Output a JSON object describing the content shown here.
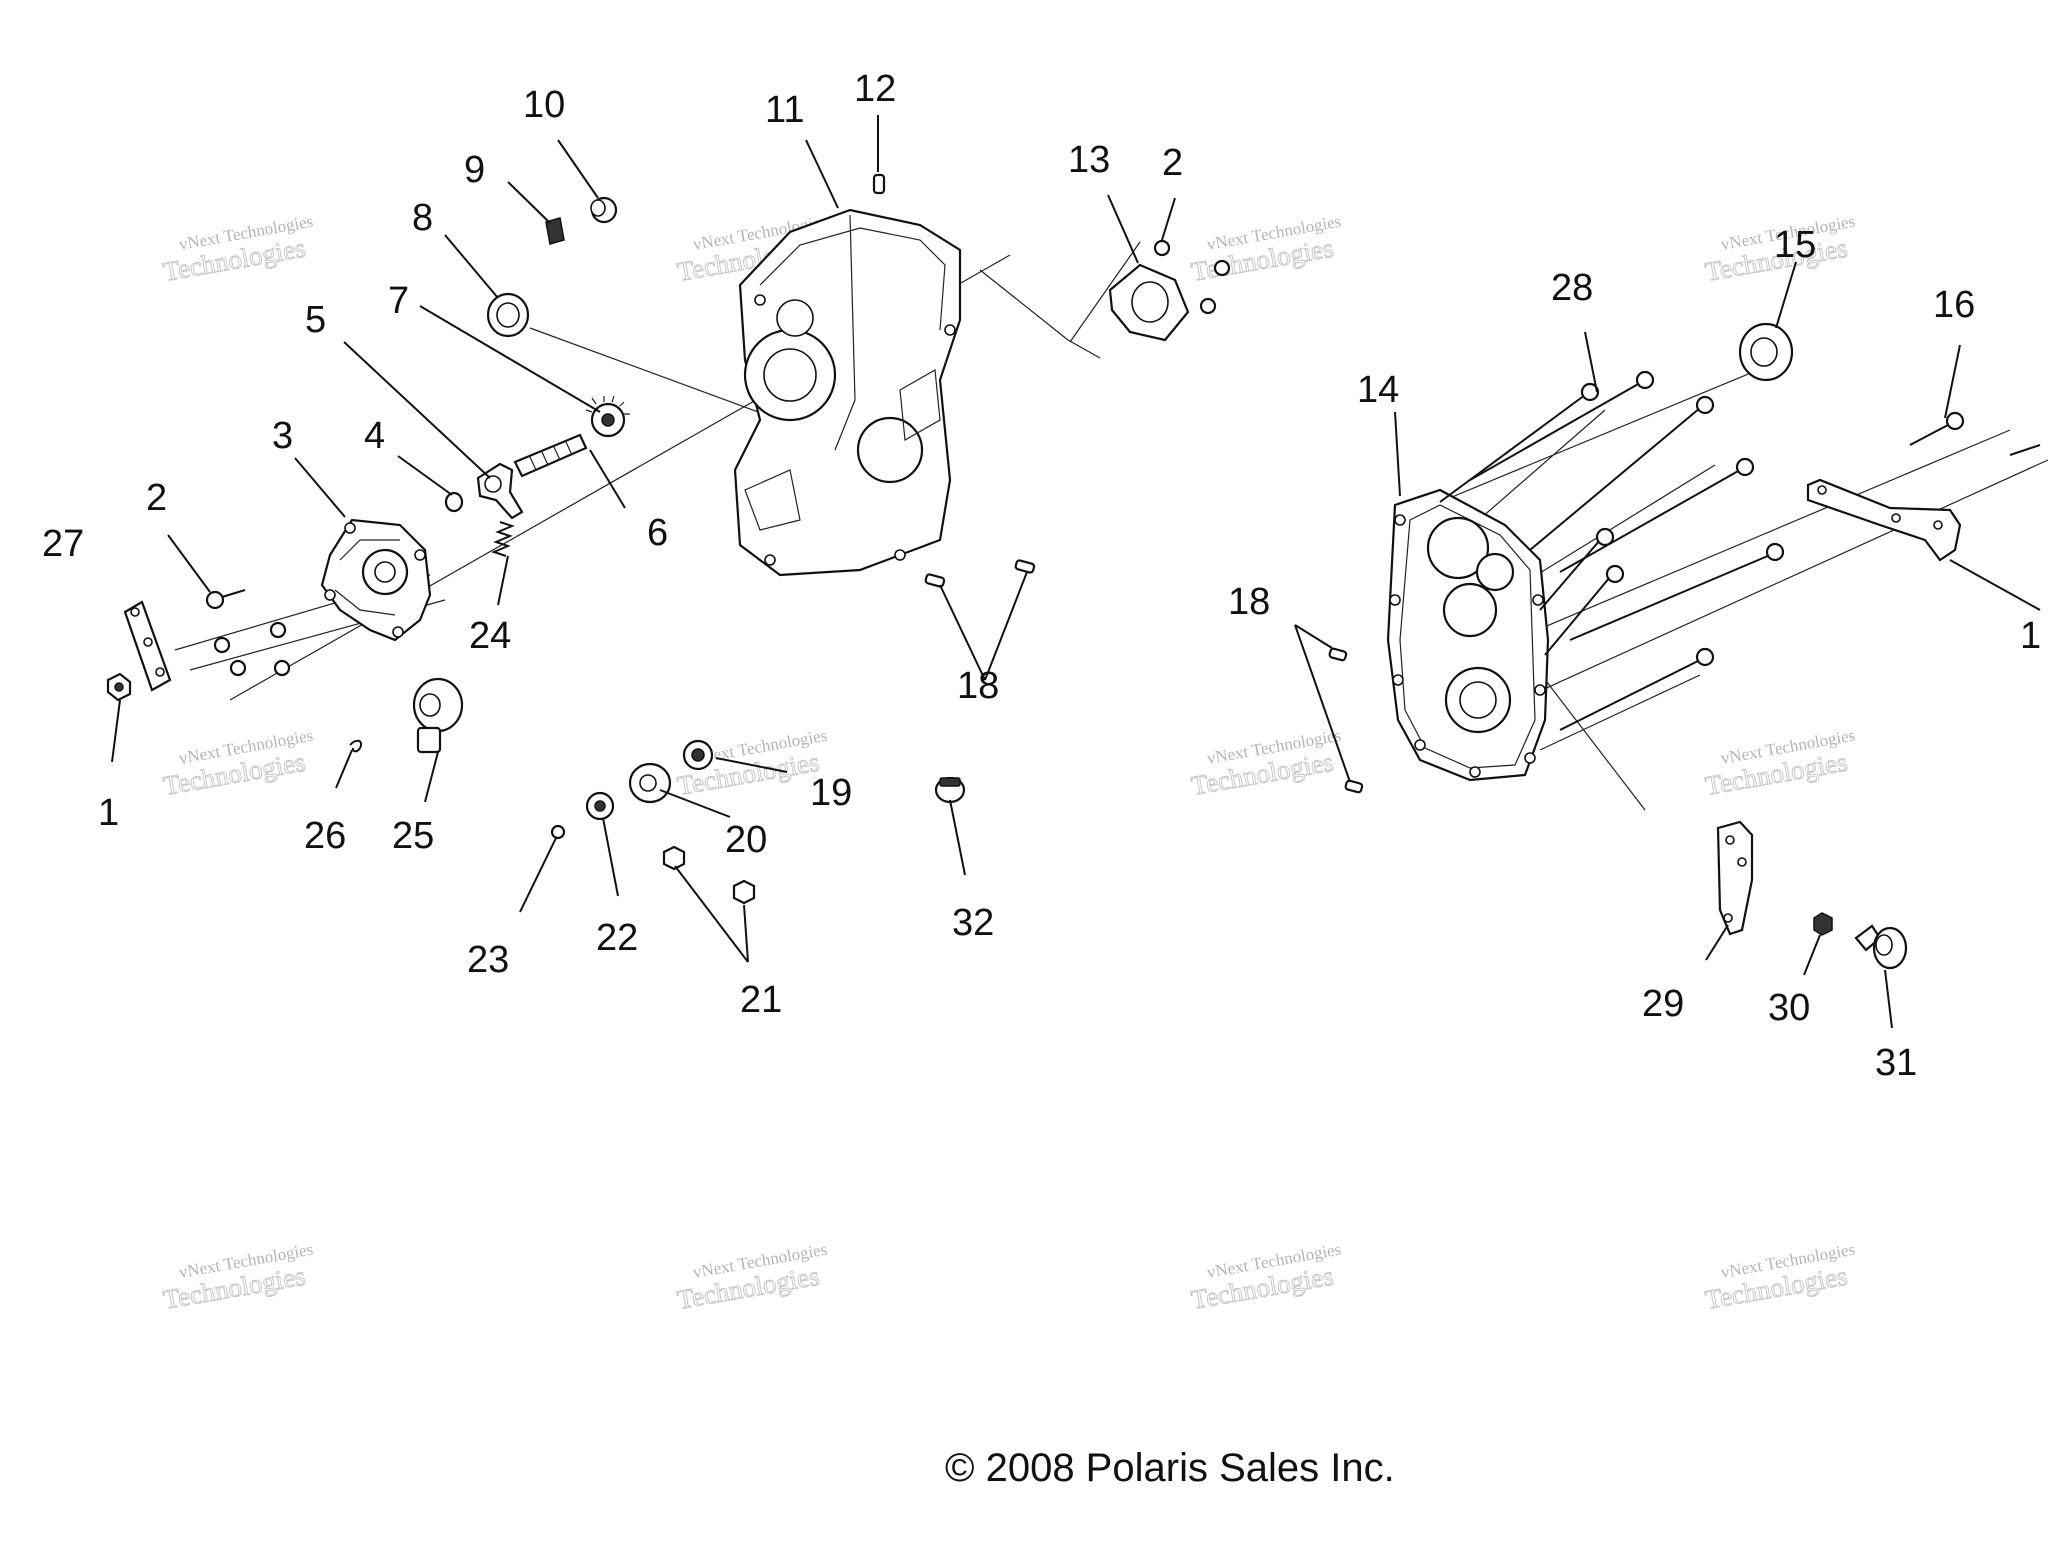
{
  "copyright": "© 2008 Polaris Sales Inc.",
  "watermark": {
    "line1": "vNext Technologies",
    "line2": "Technologies"
  },
  "callouts": {
    "c1a": "1",
    "c1b": "1",
    "c2a": "2",
    "c2b": "2",
    "c3": "3",
    "c4": "4",
    "c5": "5",
    "c6": "6",
    "c7": "7",
    "c8": "8",
    "c9": "9",
    "c10": "10",
    "c11": "11",
    "c12": "12",
    "c13": "13",
    "c14": "14",
    "c15": "15",
    "c16": "16",
    "c18a": "18",
    "c18b": "18",
    "c19": "19",
    "c20": "20",
    "c21": "21",
    "c22": "22",
    "c23": "23",
    "c24": "24",
    "c25": "25",
    "c26": "26",
    "c27": "27",
    "c28": "28",
    "c29": "29",
    "c30": "30",
    "c31": "31",
    "c32": "32"
  },
  "colors": {
    "line": "#111111",
    "watermark": "#b4b4b4",
    "background": "#ffffff"
  }
}
